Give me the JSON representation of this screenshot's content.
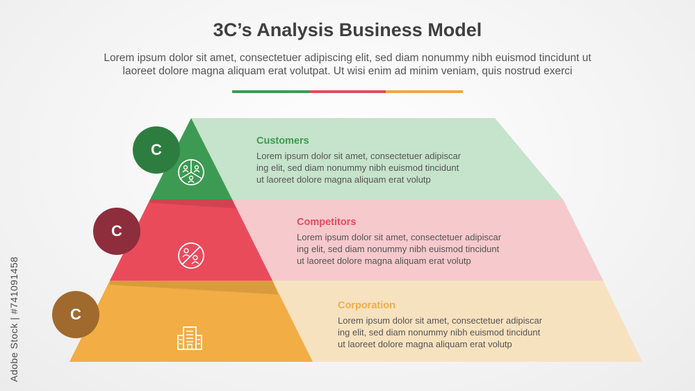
{
  "title": "3C’s Analysis Business Model",
  "subtitle_line1": "Lorem ipsum dolor sit amet, consectetuer adipiscing elit, sed diam nonummy nibh euismod tincidunt ut",
  "subtitle_line2": "laoreet dolore magna aliquam erat volutpat. Ut wisi enim ad minim veniam, quis nostrud exerci",
  "divider_colors": [
    "#3d9a52",
    "#e04d5e",
    "#f0a842"
  ],
  "levels": [
    {
      "badge": "C",
      "heading": "Customers",
      "body_lines": [
        "Lorem ipsum dolor sit amet, consectetuer adipiscar",
        "ing elit, sed diam nonummy nibh euismod tincidunt",
        "ut laoreet dolore magna aliquam erat volutp"
      ],
      "icon": "customers-people-icon",
      "color": "#3d9a52",
      "badge_color": "#2e7d40",
      "light_color": "#c6e3cb"
    },
    {
      "badge": "C",
      "heading": "Competitors",
      "body_lines": [
        "Lorem ipsum dolor sit amet, consectetuer adipiscar",
        "ing elit, sed diam nonummy nibh euismod tincidunt",
        "ut laoreet dolore magna aliquam erat volutp"
      ],
      "icon": "competitors-icon",
      "color": "#e94b5b",
      "badge_color": "#8e2d3c",
      "light_color": "#f6c9cd"
    },
    {
      "badge": "C",
      "heading": "Corporation",
      "body_lines": [
        "Lorem ipsum dolor sit amet, consectetuer adipiscar",
        "ing elit, sed diam nonummy nibh euismod tincidunt",
        "ut laoreet dolore magna aliquam erat volutp"
      ],
      "icon": "building-icon",
      "color": "#f2ad45",
      "badge_color": "#a06a2e",
      "light_color": "#f7e2c0"
    }
  ],
  "watermark": "Adobe Stock | #741091458"
}
